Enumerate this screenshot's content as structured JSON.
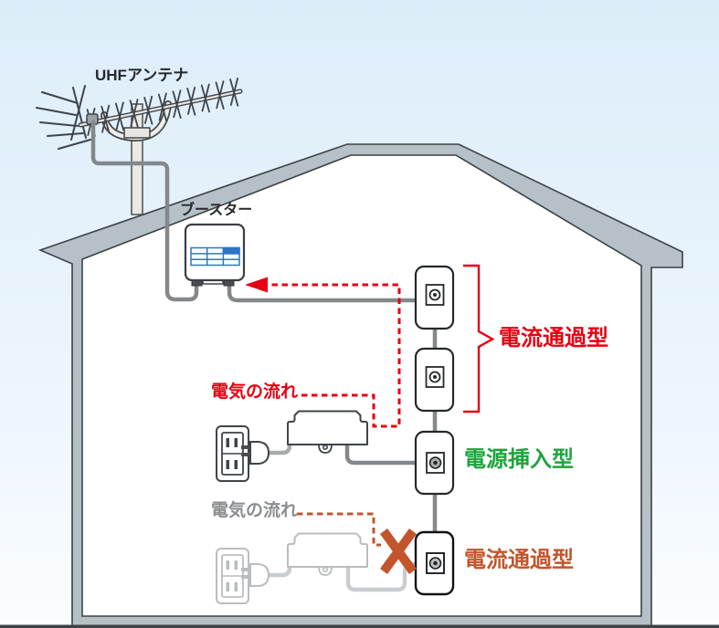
{
  "diagram": {
    "antenna": {
      "label": "UHFアンテナ"
    },
    "booster": {
      "label": "ブースター"
    },
    "flow_top": {
      "label": "電気の流れ",
      "color": "#e60012",
      "state": "active"
    },
    "flow_bottom": {
      "label": "電気の流れ",
      "color": "#8b8e91",
      "state": "blocked"
    },
    "outlet_types": {
      "current_pass_top": {
        "label": "電流通過型",
        "color": "#e60012"
      },
      "power_insert": {
        "label": "電源挿入型",
        "color": "#1ea43c"
      },
      "current_pass_bottom": {
        "label": "電流通過型",
        "color": "#c2552c"
      }
    },
    "icons": {
      "antenna": "uhf-antenna-icon",
      "booster_panel": "booster-panel-grid-icon",
      "coax_socket": "coax-socket-icon",
      "blocked": "blocked-x-icon",
      "flow_arrow": "flow-arrowhead-icon"
    },
    "colors": {
      "red_flow": "#e60012",
      "green_type": "#1ea43c",
      "orange_blocked": "#c2552c",
      "wall_gray": "#b5c0c7",
      "outline_dark": "#3c4247",
      "cable_dark": "#84888b",
      "cable_faded": "#c9cdd0",
      "booster_blue": "#2e75c8",
      "sky_top": "#dcedf9",
      "sky_bottom": "#fbfdff"
    }
  }
}
